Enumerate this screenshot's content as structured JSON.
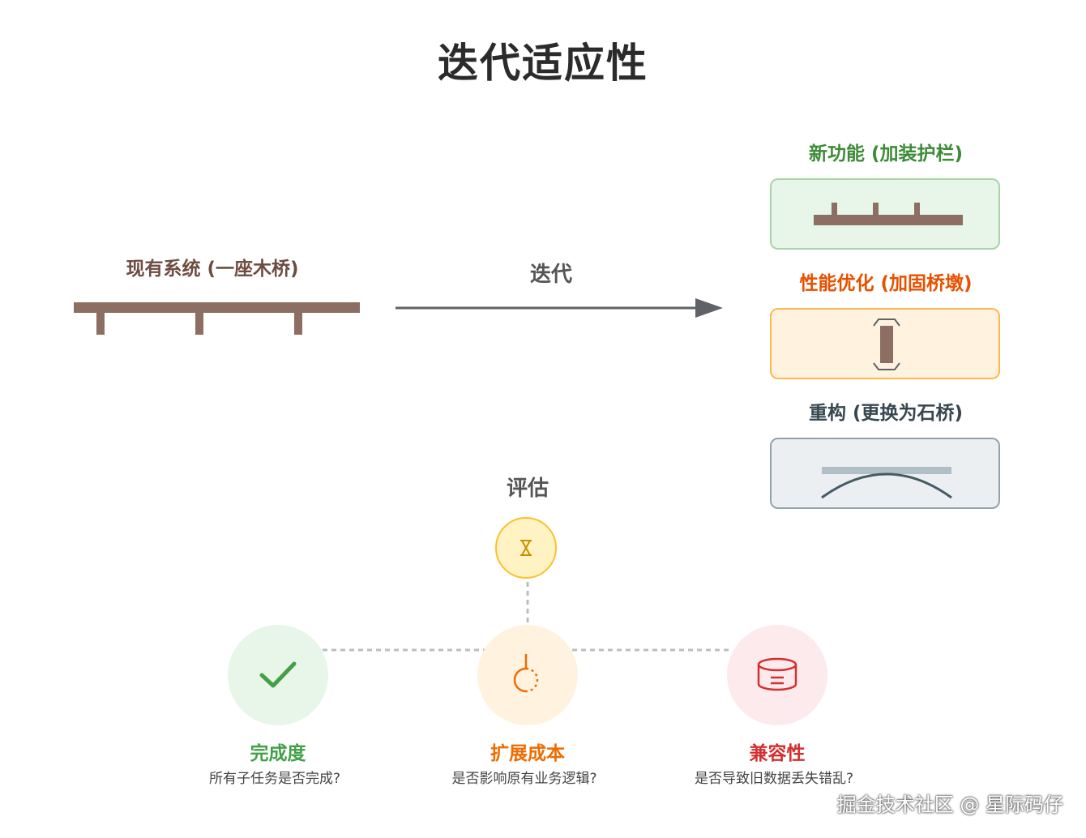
{
  "title": "迭代适应性",
  "existing": {
    "label": "现有系统 (一座木桥)"
  },
  "arrow": {
    "label": "迭代"
  },
  "options": [
    {
      "label": "新功能 (加装护栏)",
      "color": "#3d8b37",
      "bg": "#e8f5e9",
      "border": "#a5d6a7"
    },
    {
      "label": "性能优化 (加固桥墩)",
      "color": "#e65100",
      "bg": "#fff3e0",
      "border": "#ffb74d"
    },
    {
      "label": "重构 (更换为石桥)",
      "color": "#37474f",
      "bg": "#eceff1",
      "border": "#90a4ae"
    }
  ],
  "evaluate": {
    "label": "评估"
  },
  "criteria": [
    {
      "title": "完成度",
      "desc": "所有子任务是否完成?",
      "color": "#43a047",
      "bg": "#e8f5e9"
    },
    {
      "title": "扩展成本",
      "desc": "是否影响原有业务逻辑?",
      "color": "#ef6c00",
      "bg": "#fff3e0"
    },
    {
      "title": "兼容性",
      "desc": "是否导致旧数据丢失错乱?",
      "color": "#d32f2f",
      "bg": "#fdeaec"
    }
  ],
  "watermark": "掘金技术社区 @ 星际码仔"
}
